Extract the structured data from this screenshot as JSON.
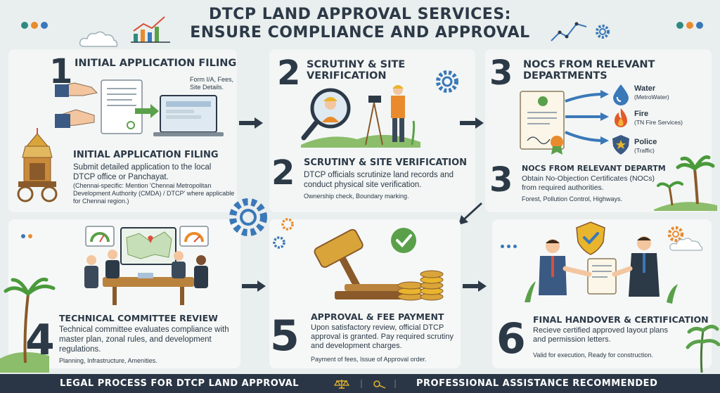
{
  "title": {
    "line1": "DTCP LAND APPROVAL SERVICES:",
    "line2": "ENSURE COMPLIANCE AND APPROVAL"
  },
  "steps": [
    {
      "number": "1",
      "header": "INITIAL APPLICATION FILING",
      "graphic_note": "Form I/A, Fees, Site Details.",
      "heading": "INITIAL APPLICATION FILING",
      "description": "Submit detailed application to the local DTCP office or Panchayat.",
      "extra": "(Chennai-specific: Mention 'Chennai Metropolitan Development Authority (CMDA) / DTCP' where applicable for Chennai region.)"
    },
    {
      "number": "2",
      "header": "SCRUTINY & SITE VERIFICATION",
      "heading": "SCRUTINY & SITE VERIFICATION",
      "description": "DTCP officials scrutinize land records and conduct physical site verification.",
      "extra": "Ownership check, Boundary marking."
    },
    {
      "number": "3",
      "header": "NOCS FROM RELEVANT DEPARTMENTS",
      "heading": "NOCs FROM RELEVANT DEPARTM",
      "description": "Obtain No-Objection Certificates (NOCs) from required authorities.",
      "extra": "Forest, Pollution Control, Highways.",
      "nocs": [
        {
          "label": "Water",
          "sub": "(MetroWater)"
        },
        {
          "label": "Fire",
          "sub": "(TN Fire Services)"
        },
        {
          "label": "Police",
          "sub": "(Traffic)"
        }
      ]
    },
    {
      "number": "4",
      "heading": "TECHNICAL COMMITTEE REVIEW",
      "description": "Technical committee evaluates compliance with master plan, zonal rules, and development regulations.",
      "extra": "Planning, Infrastructure, Amenities."
    },
    {
      "number": "5",
      "heading": "APPROVAL & FEE PAYMENT",
      "description": "Upon satisfactory review, official DTCP approval is granted. Pay required scrutiny and development charges.",
      "extra": "Payment of fees, Issue of Approval order."
    },
    {
      "number": "6",
      "heading": "FINAL HANDOVER & CERTIFICATION",
      "description": "Recieve certified approved layout plans and permission letters.",
      "extra": "Valid for execution, Ready for construction."
    }
  ],
  "footer": {
    "left": "LEGAL PROCESS FOR DTCP LAND APPROVAL",
    "right": "PROFESSIONAL ASSISTANCE RECOMMENDED"
  },
  "colors": {
    "navy": "#2c3947",
    "teal": "#2e8a80",
    "orange": "#e98b2d",
    "gold": "#d9a53a",
    "green": "#5aa04a",
    "blue": "#3a78b8",
    "red": "#d9503a"
  }
}
